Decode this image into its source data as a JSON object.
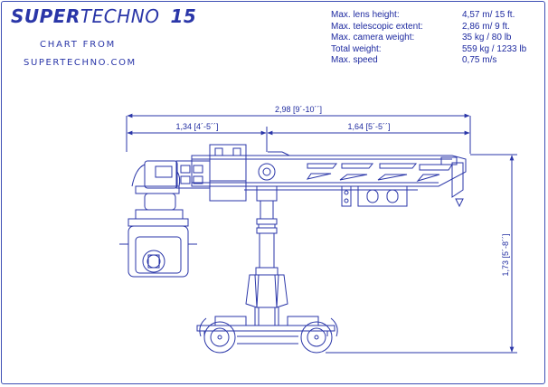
{
  "brand": {
    "name_bold": "SUPER",
    "name_light": "TECHNO",
    "model": "15"
  },
  "source": {
    "line1": "CHART FROM",
    "line2": "SUPERTECHNO.COM"
  },
  "specs": [
    {
      "label": "Max. lens height:",
      "value": "4,57 m/ 15 ft."
    },
    {
      "label": "Max. telescopic extent:",
      "value": "2,86 m/ 9 ft."
    },
    {
      "label": "Max. camera weight:",
      "value": "35 kg / 80 lb"
    },
    {
      "label": "Total weight:",
      "value": "559 kg / 1233 lb"
    },
    {
      "label": "Max. speed",
      "value": "0,75 m/s"
    }
  ],
  "dimensions": {
    "overall_length": "2,98 [9´-10´´]",
    "rear_length": "1,34 [4´-5´´]",
    "front_length": "1,64 [5´-5´´]",
    "height": "1,73 [5´-8´´]"
  },
  "colors": {
    "line": "#2a36a8",
    "text": "#1e2aa0"
  }
}
